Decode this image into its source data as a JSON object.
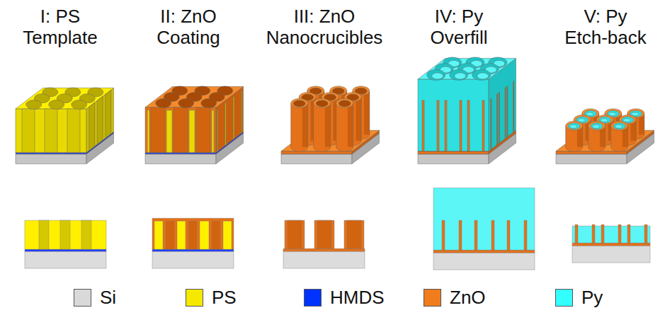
{
  "diagram": {
    "labels": [
      "I: PS Template",
      "II: ZnO Coating",
      "III: ZnO Nanocrucibles",
      "IV: Py Overfill",
      "V: Py Etch-back"
    ],
    "legend": [
      {
        "text": "Si",
        "color": "#d9d9d9"
      },
      {
        "text": "PS",
        "color": "#f5e900"
      },
      {
        "text": "HMDS",
        "color": "#0033ff"
      },
      {
        "text": "ZnO",
        "color": "#f07c1c"
      },
      {
        "text": "Py",
        "color": "#33ffff"
      }
    ]
  }
}
